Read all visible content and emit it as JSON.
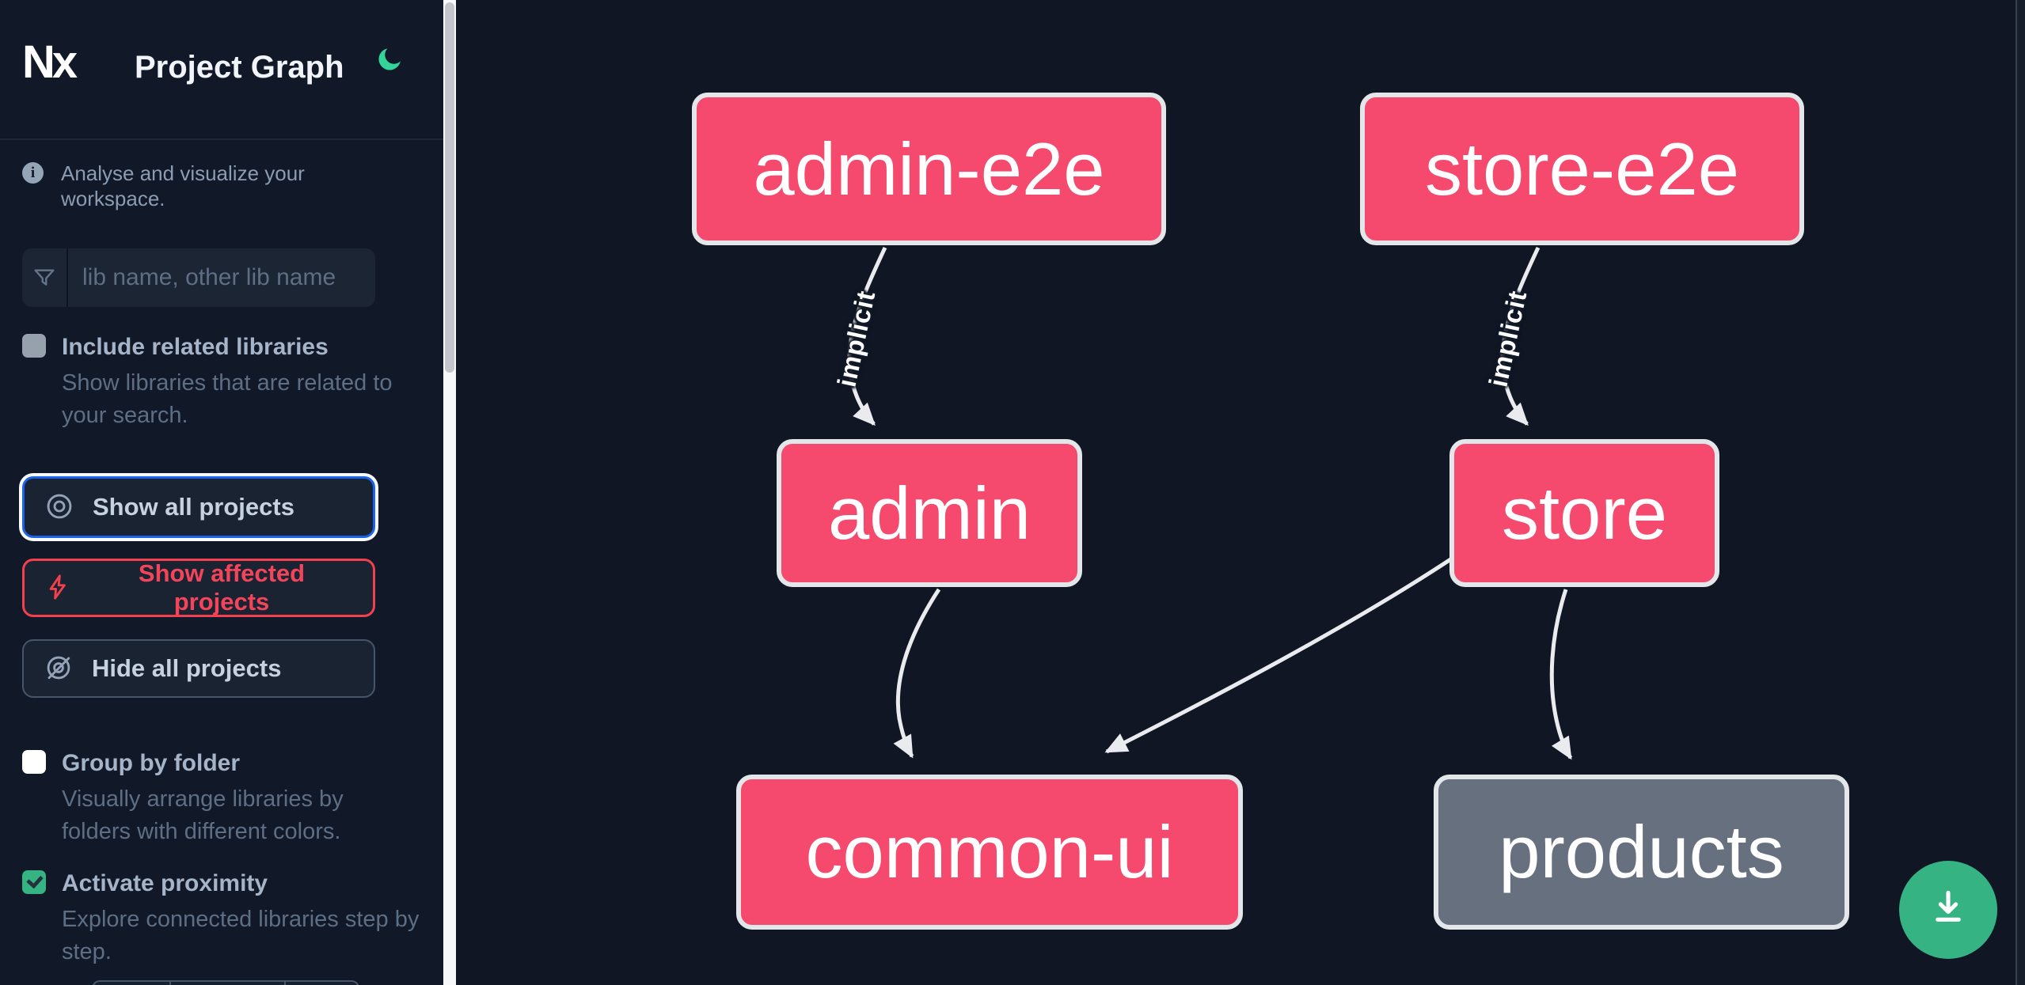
{
  "header": {
    "app_name": "Nx",
    "title": "Project Graph"
  },
  "sidebar": {
    "tagline": "Analyse and visualize your workspace.",
    "search": {
      "placeholder": "lib name, other lib name"
    },
    "options": [
      {
        "label": "Include related libraries",
        "description": "Show libraries that are related to your search.",
        "checked": false
      },
      {
        "label": "Group by folder",
        "description": "Visually arrange libraries by folders with different colors.",
        "checked": false
      },
      {
        "label": "Activate proximity",
        "description": "Explore connected libraries step by step.",
        "checked": true
      }
    ],
    "actions": [
      {
        "label": "Show all projects",
        "icon": "eye-icon",
        "state": "focused"
      },
      {
        "label": "Show affected projects",
        "icon": "bolt-icon",
        "state": "affected"
      },
      {
        "label": "Hide all projects",
        "icon": "eye-slash-icon",
        "state": "default"
      }
    ]
  },
  "graph": {
    "nodes": [
      {
        "id": "admin-e2e",
        "label": "admin-e2e",
        "style": "highlighted"
      },
      {
        "id": "store-e2e",
        "label": "store-e2e",
        "style": "highlighted"
      },
      {
        "id": "admin",
        "label": "admin",
        "style": "highlighted"
      },
      {
        "id": "store",
        "label": "store",
        "style": "highlighted"
      },
      {
        "id": "common-ui",
        "label": "common-ui",
        "style": "highlighted"
      },
      {
        "id": "products",
        "label": "products",
        "style": "muted"
      }
    ],
    "edges": [
      {
        "from": "admin-e2e",
        "to": "admin",
        "label": "implicit"
      },
      {
        "from": "store-e2e",
        "to": "store",
        "label": "implicit"
      },
      {
        "from": "admin",
        "to": "common-ui",
        "label": ""
      },
      {
        "from": "store",
        "to": "common-ui",
        "label": ""
      },
      {
        "from": "store",
        "to": "products",
        "label": ""
      }
    ],
    "colors": {
      "node_highlighted": "#f5496d",
      "node_muted": "#66707f",
      "edge": "#e9ebee",
      "background": "#101624",
      "accent_green": "#35b383",
      "accent_blue": "#1d63e8",
      "accent_red": "#f4404e"
    }
  }
}
